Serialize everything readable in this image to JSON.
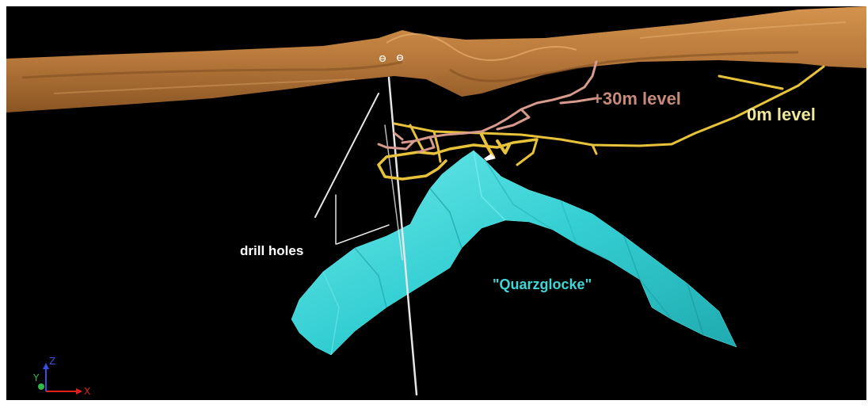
{
  "labels": {
    "level_plus30": "+30m level",
    "level_0": "0m level",
    "drill_holes": "drill holes",
    "ore_body": "\"Quarzglocke\""
  },
  "axes": {
    "x": "X",
    "y": "Y",
    "z": "Z"
  },
  "colors": {
    "background": "#000000",
    "terrain": "#b9793c",
    "level_plus30": "#d79a8c",
    "level_0": "#e8c23a",
    "ore_body": "#33d0d4",
    "drill_holes": "#e6e6e6",
    "axis_x": "#e02020",
    "axis_y": "#2dbb4a",
    "axis_z": "#3a4ee0"
  }
}
